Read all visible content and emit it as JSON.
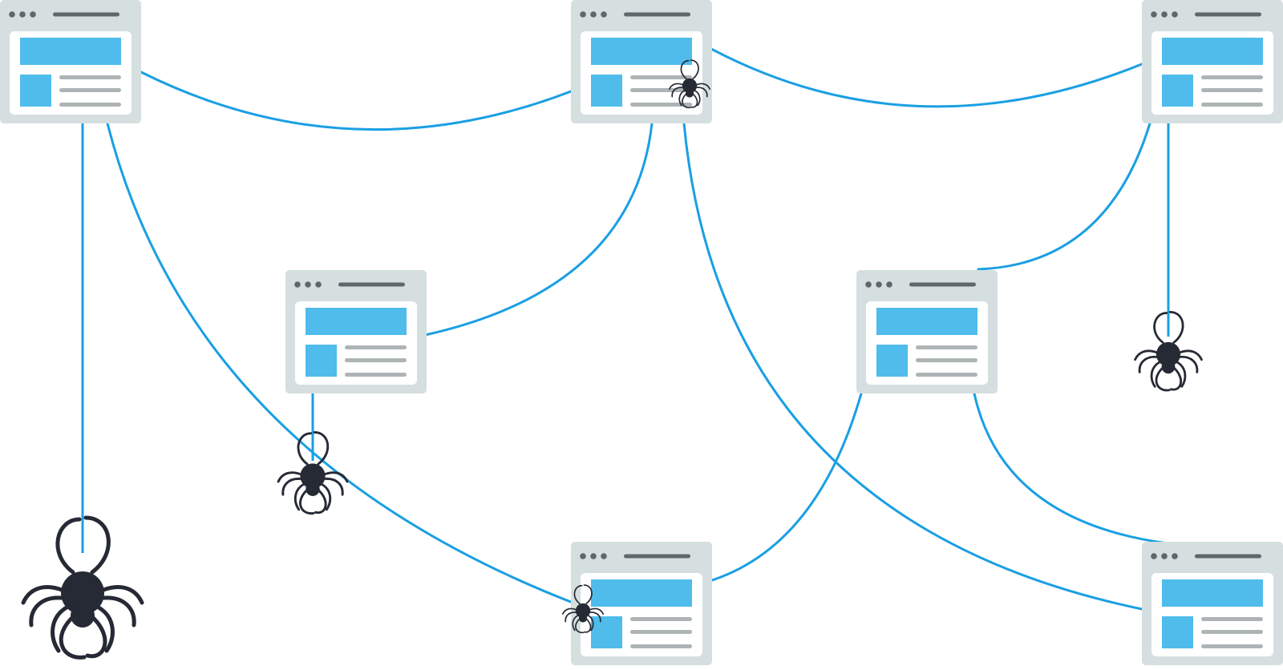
{
  "colors": {
    "background": "#ffffff",
    "web_thread": "#1a9fe3",
    "browser_frame": "#d5dfdf",
    "browser_content": "#ffffff",
    "browser_dots": "#5f676b",
    "browser_address_bar": "#5f676b",
    "hero_block": "#4fbcec",
    "text_lines": "#aeb4b6",
    "spider_body": "#262a35"
  },
  "web_pages": [
    {
      "name": "web-page-top-left",
      "icon": "browser-window-icon"
    },
    {
      "name": "web-page-top-center",
      "icon": "browser-window-icon"
    },
    {
      "name": "web-page-top-right",
      "icon": "browser-window-icon"
    },
    {
      "name": "web-page-middle-left",
      "icon": "browser-window-icon"
    },
    {
      "name": "web-page-middle-right",
      "icon": "browser-window-icon"
    },
    {
      "name": "web-page-bottom-center",
      "icon": "browser-window-icon"
    },
    {
      "name": "web-page-bottom-right",
      "icon": "browser-window-icon"
    }
  ],
  "spiders": [
    {
      "name": "spider-large-hanging",
      "icon": "spider-icon",
      "hanging": true
    },
    {
      "name": "spider-center-hanging",
      "icon": "spider-icon",
      "hanging": true
    },
    {
      "name": "spider-right-hanging",
      "icon": "spider-icon",
      "hanging": true
    },
    {
      "name": "spider-crawling-top-page",
      "icon": "spider-icon",
      "hanging": false
    },
    {
      "name": "spider-crawling-bottom-page",
      "icon": "spider-icon",
      "hanging": false
    }
  ]
}
